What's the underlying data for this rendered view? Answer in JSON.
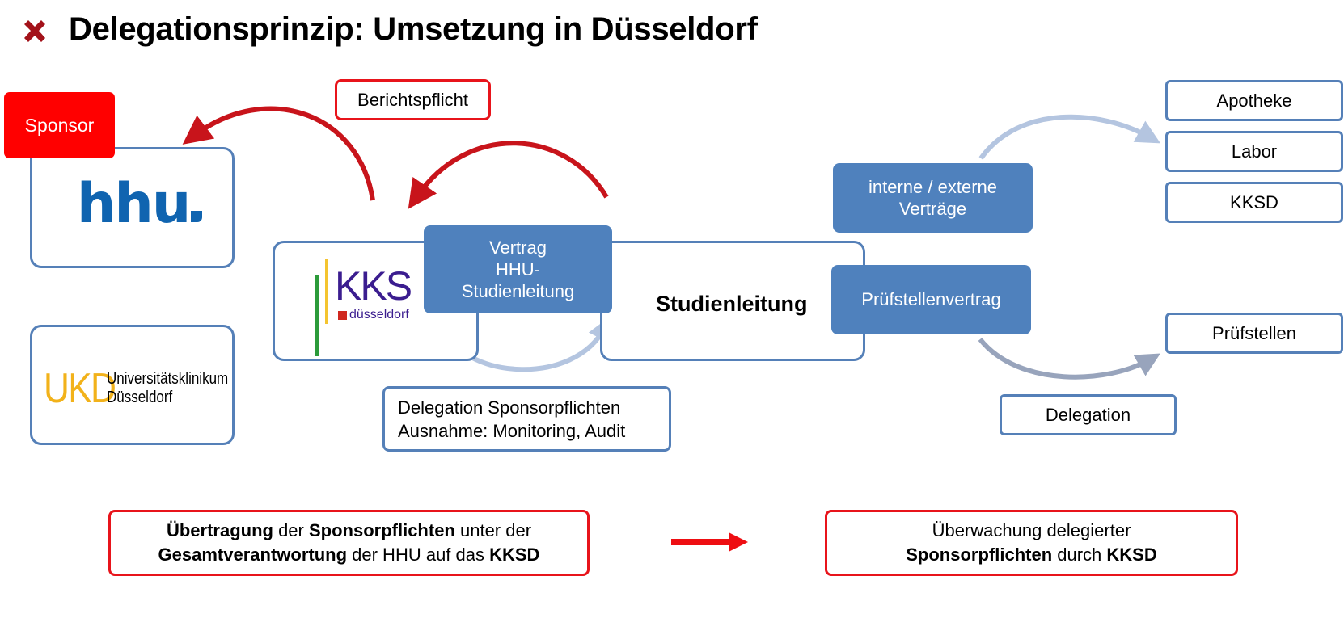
{
  "header": {
    "title": "Delegationsprinzip: Umsetzung in Düsseldorf",
    "icon": "close-x-icon"
  },
  "colors": {
    "accent_red": "#e8141b",
    "sponsor_red": "#ff0000",
    "box_blue": "#4f81bd",
    "outline_blue": "#5580b8",
    "hhu_blue": "#1064b0",
    "ukd_yellow": "#f2b21a",
    "kks_purple": "#3b1d8f",
    "arrow_red": "#c8141b",
    "arrow_light": "#b4c5e0",
    "arrow_gray": "#98a4bc"
  },
  "left": {
    "sponsor_label": "Sponsor",
    "hhu_logo": "hhu",
    "ukd_logo": {
      "mark": "UKD",
      "line1": "Universitätsklinikum",
      "line2": "Düsseldorf"
    }
  },
  "center": {
    "berichtspflicht": "Berichtspflicht",
    "kks_logo": {
      "mark": "KKS",
      "sub": "düsseldorf"
    },
    "vertrag_box": [
      "Vertrag",
      "HHU-",
      "Studienleitung"
    ],
    "studienleitung": "Studienleitung",
    "delegation_box": [
      "Delegation Sponsorpflichten",
      "Ausnahme: Monitoring, Audit"
    ]
  },
  "right": {
    "vertraege_box": [
      "interne / externe",
      "Verträge"
    ],
    "pruefstellenvertrag": "Prüfstellenvertrag",
    "targets": [
      "Apotheke",
      "Labor",
      "KKSD"
    ],
    "pruefstellen": "Prüfstellen",
    "delegation": "Delegation"
  },
  "bottom": {
    "left_box": {
      "w1": "Übertragung",
      "w2": " der ",
      "w3": "Sponsorpflichten",
      "w4": " unter der",
      "w5": "Gesamtverantwortung",
      "w6": " der HHU auf das ",
      "w7": "KKSD"
    },
    "right_box": {
      "line1": "Überwachung delegierter",
      "w1": "Sponsorpflichten",
      "w2": " durch ",
      "w3": "KKSD"
    }
  }
}
